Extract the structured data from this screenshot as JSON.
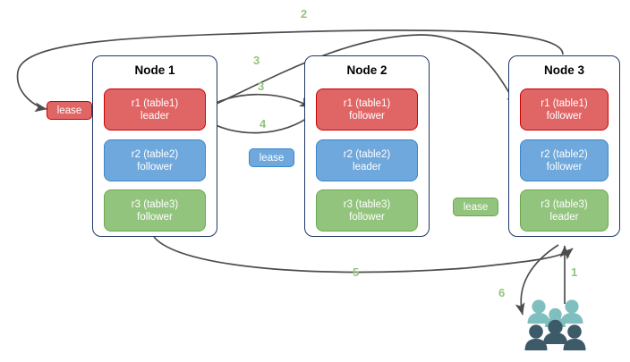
{
  "diagram": {
    "title": "",
    "nodes": [
      {
        "name": "Node 1",
        "replicas": [
          {
            "id": "r1 (table1)",
            "role": "leader",
            "color": "#e06666",
            "border": "#cc0000"
          },
          {
            "id": "r2 (table2)",
            "role": "follower",
            "color": "#6fa8dc",
            "border": "#3d85c6"
          },
          {
            "id": "r3 (table3)",
            "role": "follower",
            "color": "#93c47d",
            "border": "#6aa84f"
          }
        ]
      },
      {
        "name": "Node 2",
        "replicas": [
          {
            "id": "r1 (table1)",
            "role": "follower",
            "color": "#e06666",
            "border": "#cc0000"
          },
          {
            "id": "r2 (table2)",
            "role": "leader",
            "color": "#6fa8dc",
            "border": "#3d85c6"
          },
          {
            "id": "r3 (table3)",
            "role": "follower",
            "color": "#93c47d",
            "border": "#6aa84f"
          }
        ]
      },
      {
        "name": "Node 3",
        "replicas": [
          {
            "id": "r1 (table1)",
            "role": "follower",
            "color": "#e06666",
            "border": "#cc0000"
          },
          {
            "id": "r2 (table2)",
            "role": "follower",
            "color": "#6fa8dc",
            "border": "#3d85c6"
          },
          {
            "id": "r3 (table3)",
            "role": "leader",
            "color": "#93c47d",
            "border": "#6aa84f"
          }
        ]
      }
    ],
    "leases": [
      {
        "label": "lease",
        "variant": "red"
      },
      {
        "label": "lease",
        "variant": "blue"
      },
      {
        "label": "lease",
        "variant": "green"
      }
    ],
    "edge_labels": [
      {
        "text": "1"
      },
      {
        "text": "2"
      },
      {
        "text": "3"
      },
      {
        "text": "3"
      },
      {
        "text": "4"
      },
      {
        "text": "5"
      },
      {
        "text": "6"
      }
    ],
    "client_icon": "people-group-icon",
    "colors": {
      "label": "#93c47d",
      "edge": "#4d4d4d",
      "node_border": "#1f3864",
      "people_light": "#80bfbf",
      "people_dark": "#3d5a68"
    }
  }
}
